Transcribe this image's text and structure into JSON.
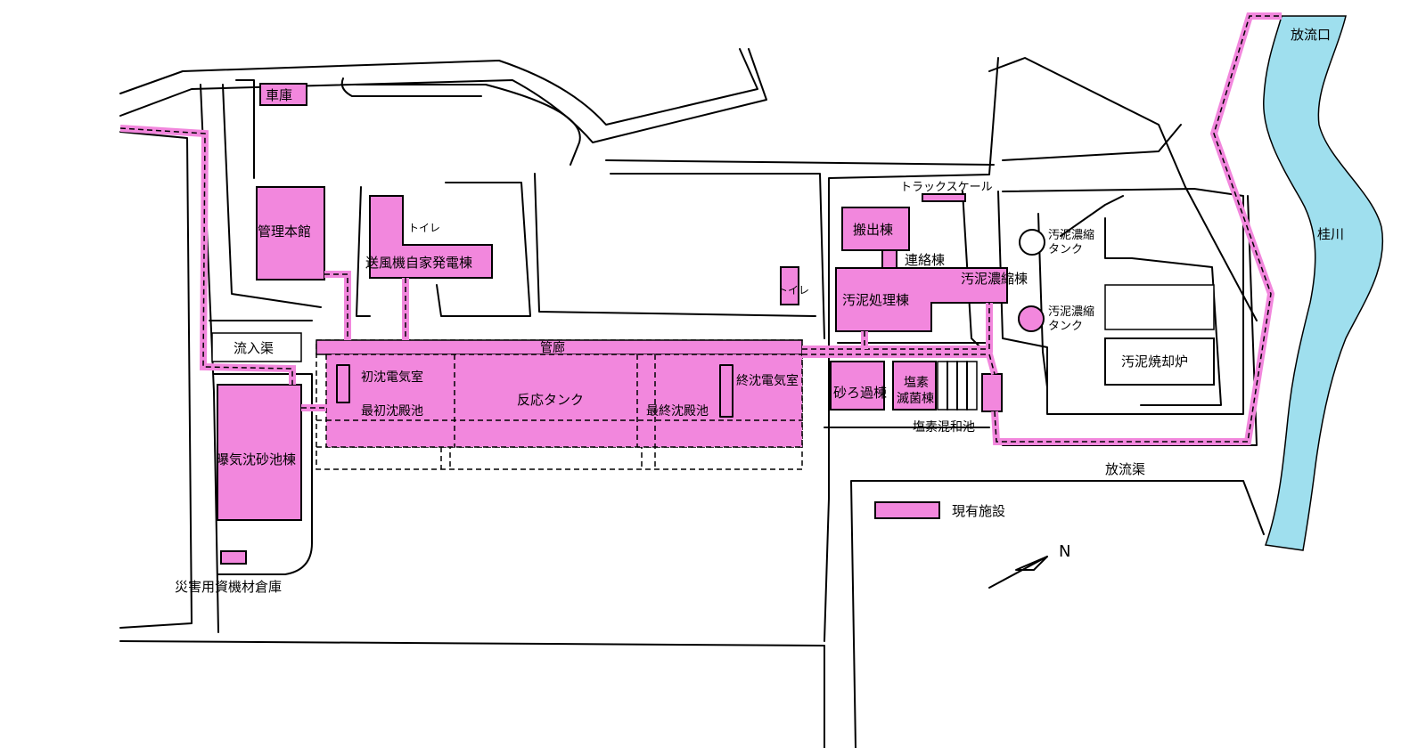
{
  "map": {
    "labels": {
      "garage": "車庫",
      "admin": "管理本館",
      "toilet1": "トイレ",
      "blower": "送風機自家発電棟",
      "toilet2": "トイレ",
      "truck_scale": "トラックスケール",
      "carry_out": "搬出棟",
      "connector": "連絡棟",
      "sludge_treat": "汚泥処理棟",
      "sludge_thicken": "汚泥濃縮棟",
      "thick_tank1_a": "汚泥濃縮",
      "thick_tank1_b": "タンク",
      "thick_tank2_a": "汚泥濃縮",
      "thick_tank2_b": "タンク",
      "incinerator": "汚泥焼却炉",
      "inflow": "流入渠",
      "corridor": "管廊",
      "primary_elec": "初沈電気室",
      "primary_settle": "最初沈殿池",
      "reaction": "反応タンク",
      "final_settle": "最終沈殿池",
      "final_elec": "終沈電気室",
      "sand_filter": "砂ろ過棟",
      "chlor_a": "塩素",
      "chlor_b": "滅菌棟",
      "chlor_mix": "塩素混和池",
      "aerated_grit": "曝気沈砂池棟",
      "disaster_store": "災害用資機材倉庫",
      "discharge_channel": "放流渠",
      "outfall": "放流口",
      "river": "桂川",
      "north": "N"
    },
    "legend": {
      "label": "現有施設",
      "color": "#f287dd"
    },
    "colors": {
      "facility": "#f287dd",
      "river": "#9fdfee"
    }
  }
}
